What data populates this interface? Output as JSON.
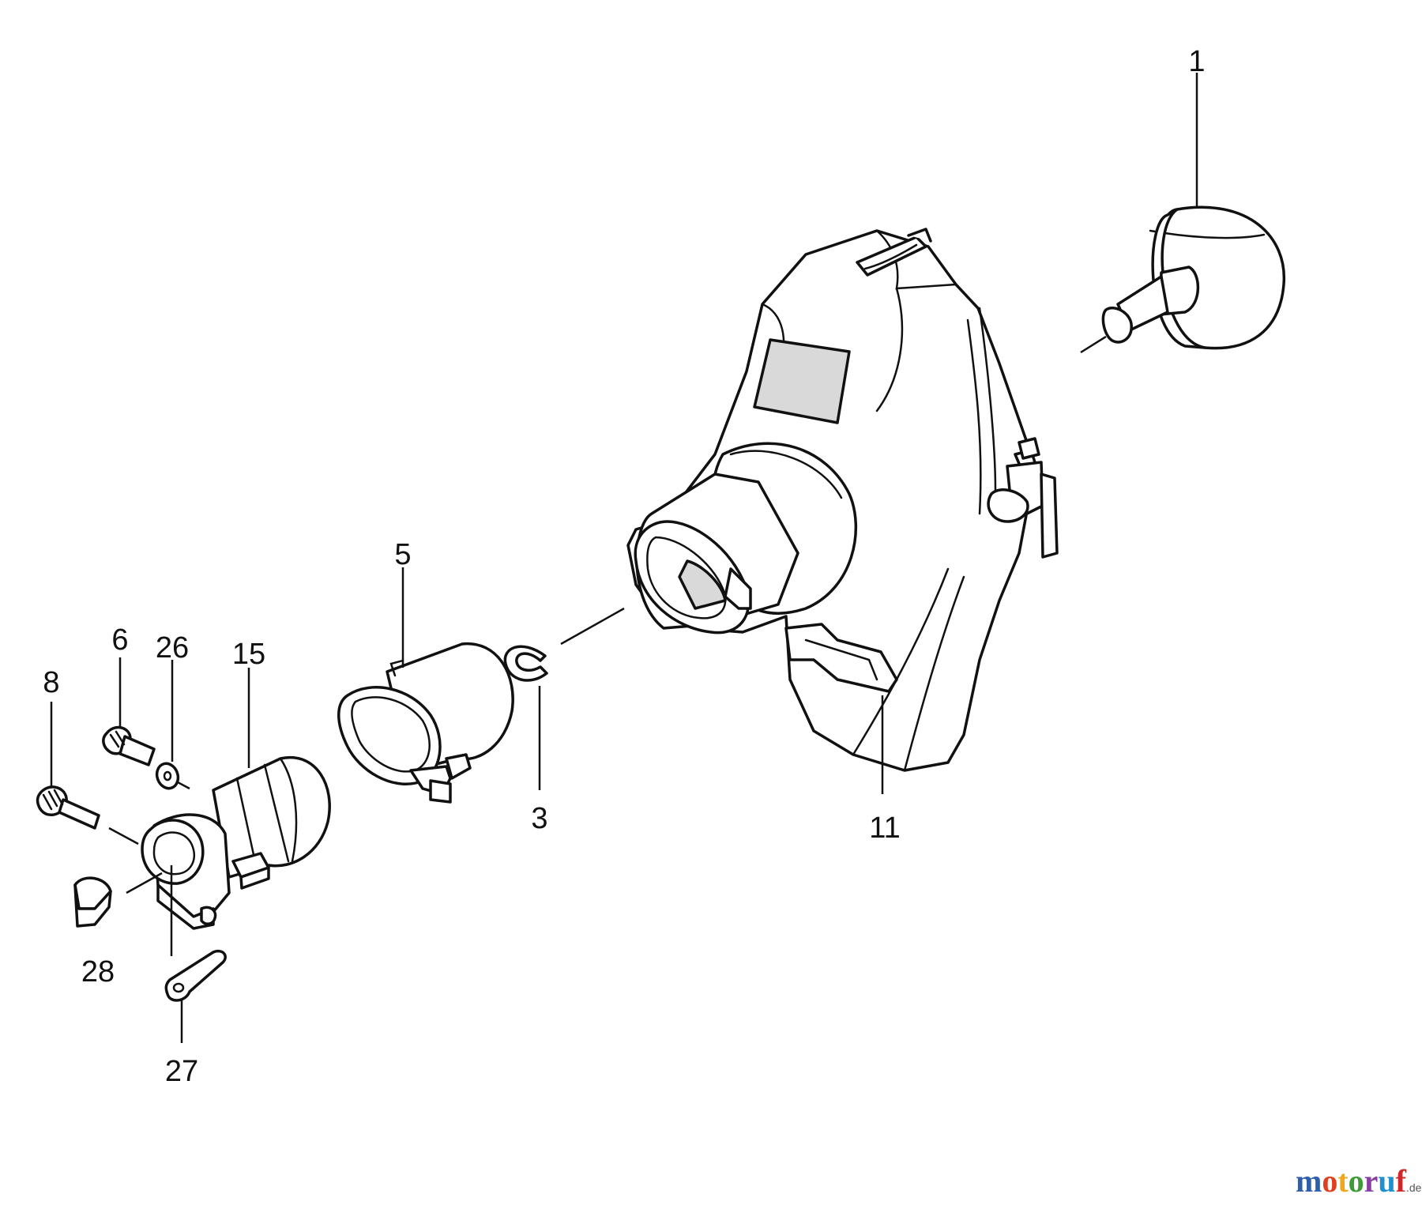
{
  "diagram": {
    "callouts": {
      "p1": "1",
      "p3": "3",
      "p5": "5",
      "p6": "6",
      "p8": "8",
      "p11": "11",
      "p15": "15",
      "p26": "26",
      "p27": "27",
      "p28": "28"
    },
    "watermark": {
      "parts": [
        "m",
        "o",
        "t",
        "o",
        "r",
        "u",
        "f"
      ],
      "colors": [
        "#2e5fa8",
        "#e0401f",
        "#f0a81a",
        "#3f9b35",
        "#8a3fa0",
        "#1f8fd0",
        "#d0282a"
      ],
      "tld": ".de"
    },
    "line_color": "#111111",
    "background": "#ffffff"
  }
}
